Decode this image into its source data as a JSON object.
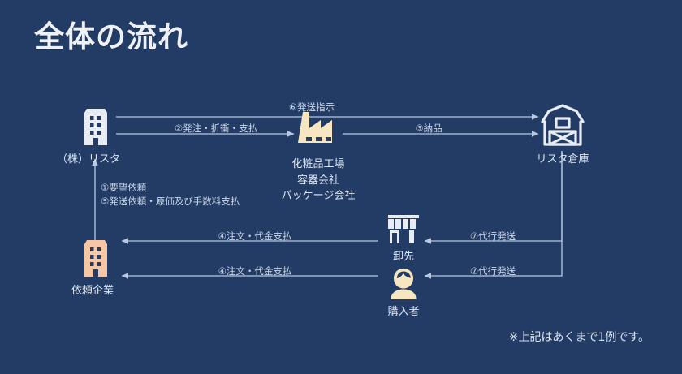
{
  "page": {
    "title": "全体の流れ",
    "background_color": "#223c66",
    "footnote": "※上記はあくまで1例です。"
  },
  "palette": {
    "background": "#223c66",
    "text": "#e6ecf6",
    "line": "#b9c8de",
    "icon_white": "#e8edf5",
    "icon_cream": "#f6e7c2",
    "icon_peach": "#f5c7a6"
  },
  "nodes": [
    {
      "id": "rista",
      "label": "（株）リスタ",
      "icon": "office-building-icon",
      "color": "#e8edf5"
    },
    {
      "id": "factory",
      "label": "化粧品工場\n容器会社\nパッケージ会社",
      "icon": "factory-icon",
      "color": "#f6e7c2"
    },
    {
      "id": "warehouse",
      "label": "リスタ倉庫",
      "icon": "warehouse-barn-icon",
      "color": "#e8edf5"
    },
    {
      "id": "client",
      "label": "依頼企業",
      "icon": "office-building-icon",
      "color": "#f5c7a6"
    },
    {
      "id": "wholesaler",
      "label": "卸先",
      "icon": "storefront-icon",
      "color": "#e8edf5"
    },
    {
      "id": "buyer",
      "label": "購入者",
      "icon": "person-avatar-icon",
      "color": "#f6e7c2"
    }
  ],
  "node_labels": {
    "rista": "（株）リスタ",
    "factory_line1": "化粧品工場",
    "factory_line2": "容器会社",
    "factory_line3": "パッケージ会社",
    "warehouse": "リスタ倉庫",
    "client": "依頼企業",
    "wholesaler": "卸先",
    "buyer": "購入者"
  },
  "flows": [
    {
      "id": "f6",
      "label": "⑥発送指示",
      "from": "rista",
      "to": "warehouse"
    },
    {
      "id": "f2",
      "label": "②発注・折衝・支払",
      "from": "rista",
      "to": "factory"
    },
    {
      "id": "f3",
      "label": "③納品",
      "from": "factory",
      "to": "warehouse"
    },
    {
      "id": "f1",
      "label": "①要望依頼",
      "from": "client",
      "to": "rista"
    },
    {
      "id": "f5",
      "label": "⑤発送依頼・原価及び手数料支払",
      "from": "client",
      "to": "rista"
    },
    {
      "id": "f4a",
      "label": "④注文・代金支払",
      "from": "wholesaler",
      "to": "client"
    },
    {
      "id": "f4b",
      "label": "④注文・代金支払",
      "from": "buyer",
      "to": "client"
    },
    {
      "id": "f7a",
      "label": "⑦代行発送",
      "from": "warehouse",
      "to": "wholesaler"
    },
    {
      "id": "f7b",
      "label": "⑦代行発送",
      "from": "warehouse",
      "to": "buyer"
    }
  ],
  "flow_labels": {
    "f6": "⑥発送指示",
    "f2": "②発注・折衝・支払",
    "f3": "③納品",
    "f1": "①要望依頼",
    "f5": "⑤発送依頼・原価及び手数料支払",
    "f4a": "④注文・代金支払",
    "f4b": "④注文・代金支払",
    "f7a": "⑦代行発送",
    "f7b": "⑦代行発送"
  }
}
